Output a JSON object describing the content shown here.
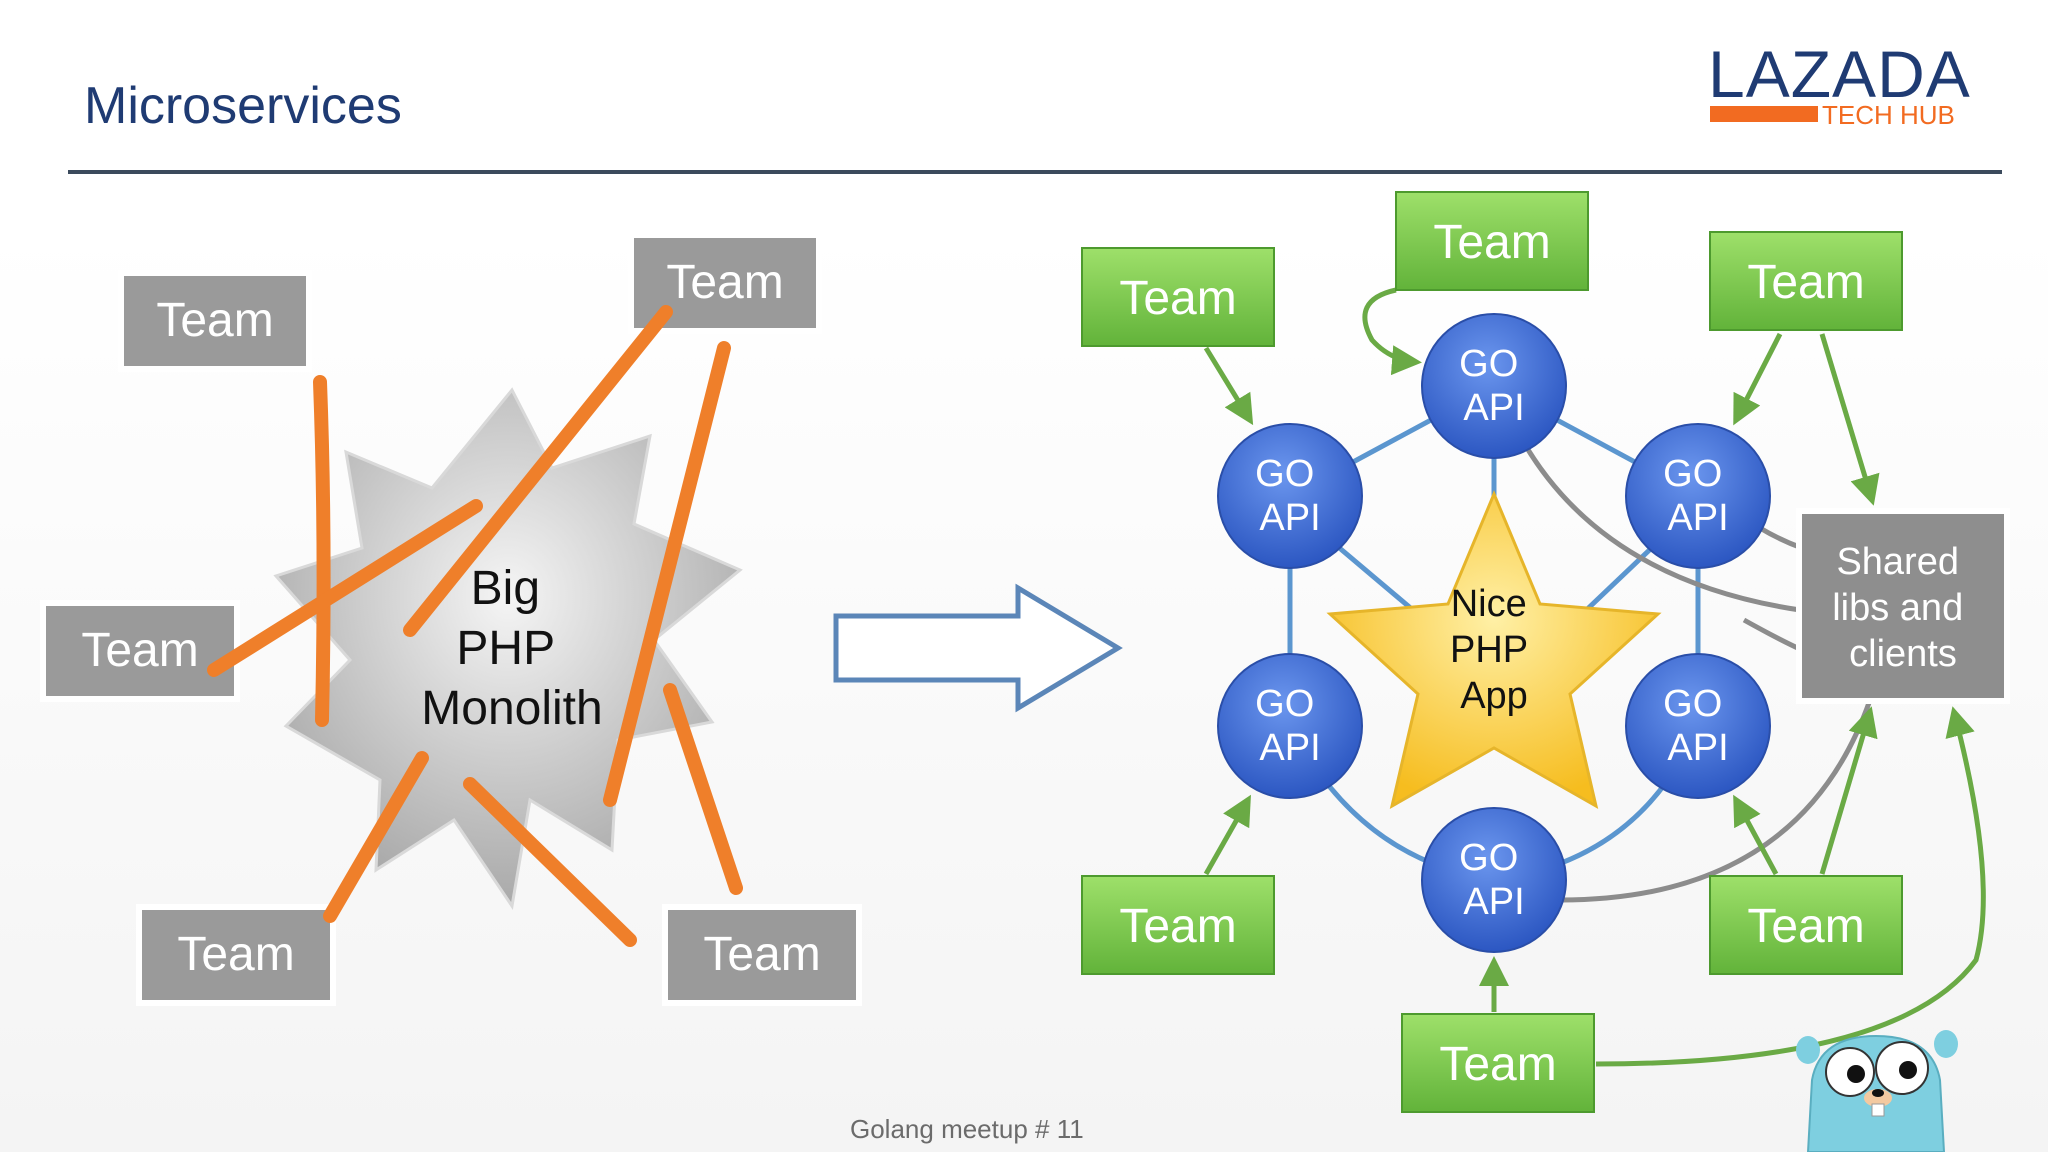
{
  "slide": {
    "title": "Microservices",
    "footer": "Golang meetup # 11"
  },
  "logo": {
    "word": "LAZADA",
    "sub": "TECH HUB"
  },
  "left": {
    "monolith_lines": [
      "Big",
      "PHP",
      "Monolith"
    ],
    "team_label": "Team"
  },
  "right": {
    "team_label": "Team",
    "api_line1": "GO",
    "api_line2": "API",
    "star_lines": [
      "Nice",
      "PHP",
      "App"
    ],
    "shared_lines": [
      "Shared",
      "libs and",
      "clients"
    ]
  },
  "colors": {
    "title": "#1f3b73",
    "grey_team": "#9a9a9a",
    "green_team": "#7bc74d",
    "blue_api": "#3f6fd6",
    "orange_line": "#ef7f2a",
    "star": "#f8c93c",
    "shared_box": "#8e8e8e"
  }
}
